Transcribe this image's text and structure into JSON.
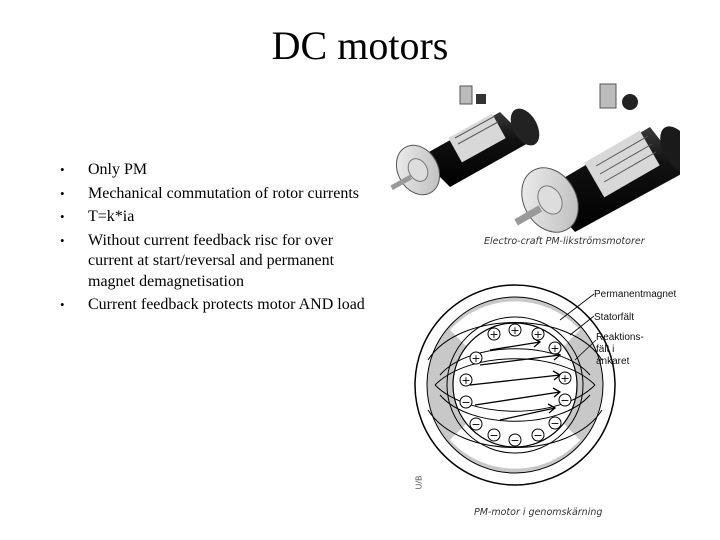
{
  "slide": {
    "title": "DC motors",
    "bullets": [
      "Only PM",
      "Mechanical commutation of rotor currents",
      "T=k*ia",
      "Without current feedback risc for over current at start/reversal and permanent magnet demagnetisation",
      "Current feedback protects motor AND load"
    ],
    "bullet_symbol": "•"
  },
  "figure": {
    "photo_caption": "Electro-craft PM-likströmsmotorer",
    "diagram_caption": "PM-motor i genomskärning",
    "labels": {
      "permanent_magnet": "Permanentmagnet",
      "stator_field": "Statorfält",
      "reaction_line1": "Reaktions-",
      "reaction_line2": "fält i",
      "reaction_line3": "ankaret"
    },
    "side_mark": "U/B",
    "plus_symbol": "+",
    "minus_symbol": "−"
  }
}
